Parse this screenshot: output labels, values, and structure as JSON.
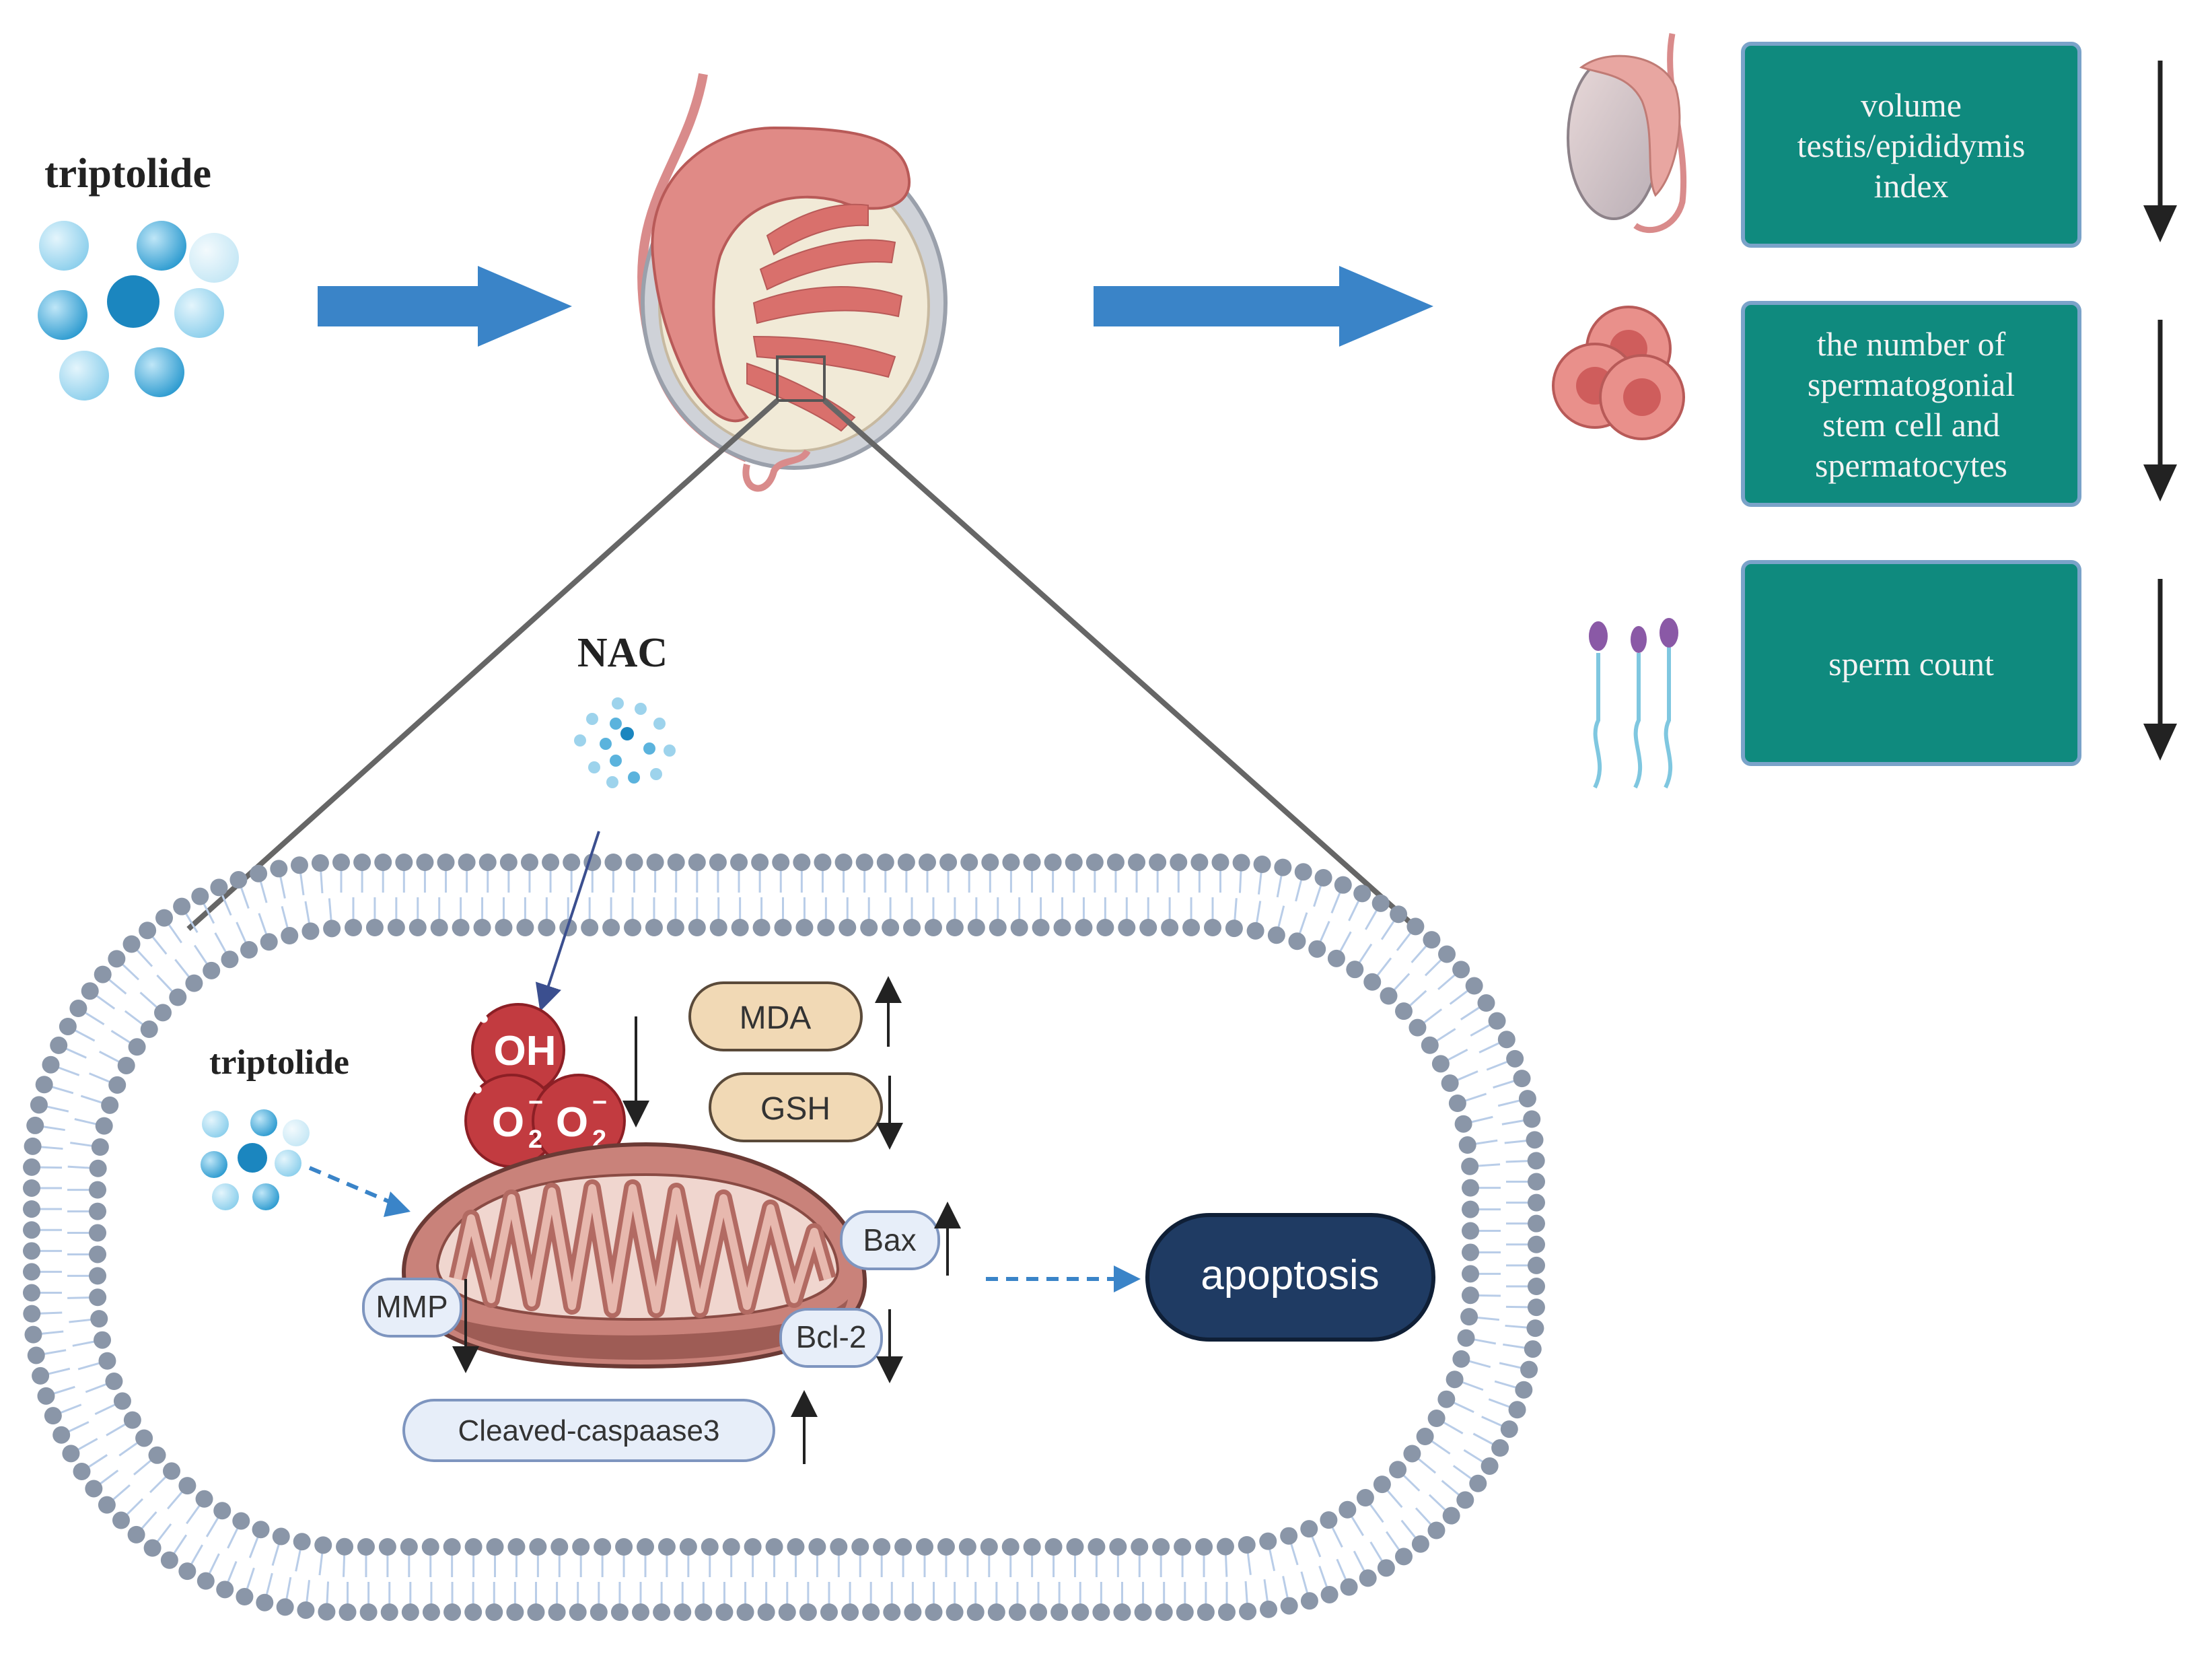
{
  "labels": {
    "triptolide_top": "triptolide",
    "nac": "NAC",
    "triptolide_cell": "triptolide",
    "oh": "OH",
    "o2_a": "O",
    "o2_b": "O",
    "o2_sub": "2",
    "o2_sup": "−",
    "mda": "MDA",
    "gsh": "GSH",
    "bax": "Bax",
    "bcl2": "Bcl-2",
    "mmp": "MMP",
    "caspase": "Cleaved-caspaase3",
    "apoptosis": "apoptosis"
  },
  "outcomes": [
    {
      "lines": [
        "volume",
        "testis/epididymis",
        "index"
      ]
    },
    {
      "lines": [
        "the number of",
        "spermatogonial",
        "stem cell and",
        "spermatocytes"
      ]
    },
    {
      "lines": [
        "sperm count"
      ]
    }
  ],
  "colors": {
    "arrow_blue": "#3a84c8",
    "box_teal": "#0f8a7e",
    "box_border": "#7aa3c9",
    "ros_red": "#c23b40",
    "apoptosis_navy": "#1f3b63",
    "membrane_dot": "#8a96a8",
    "mito": "#c9827a"
  }
}
